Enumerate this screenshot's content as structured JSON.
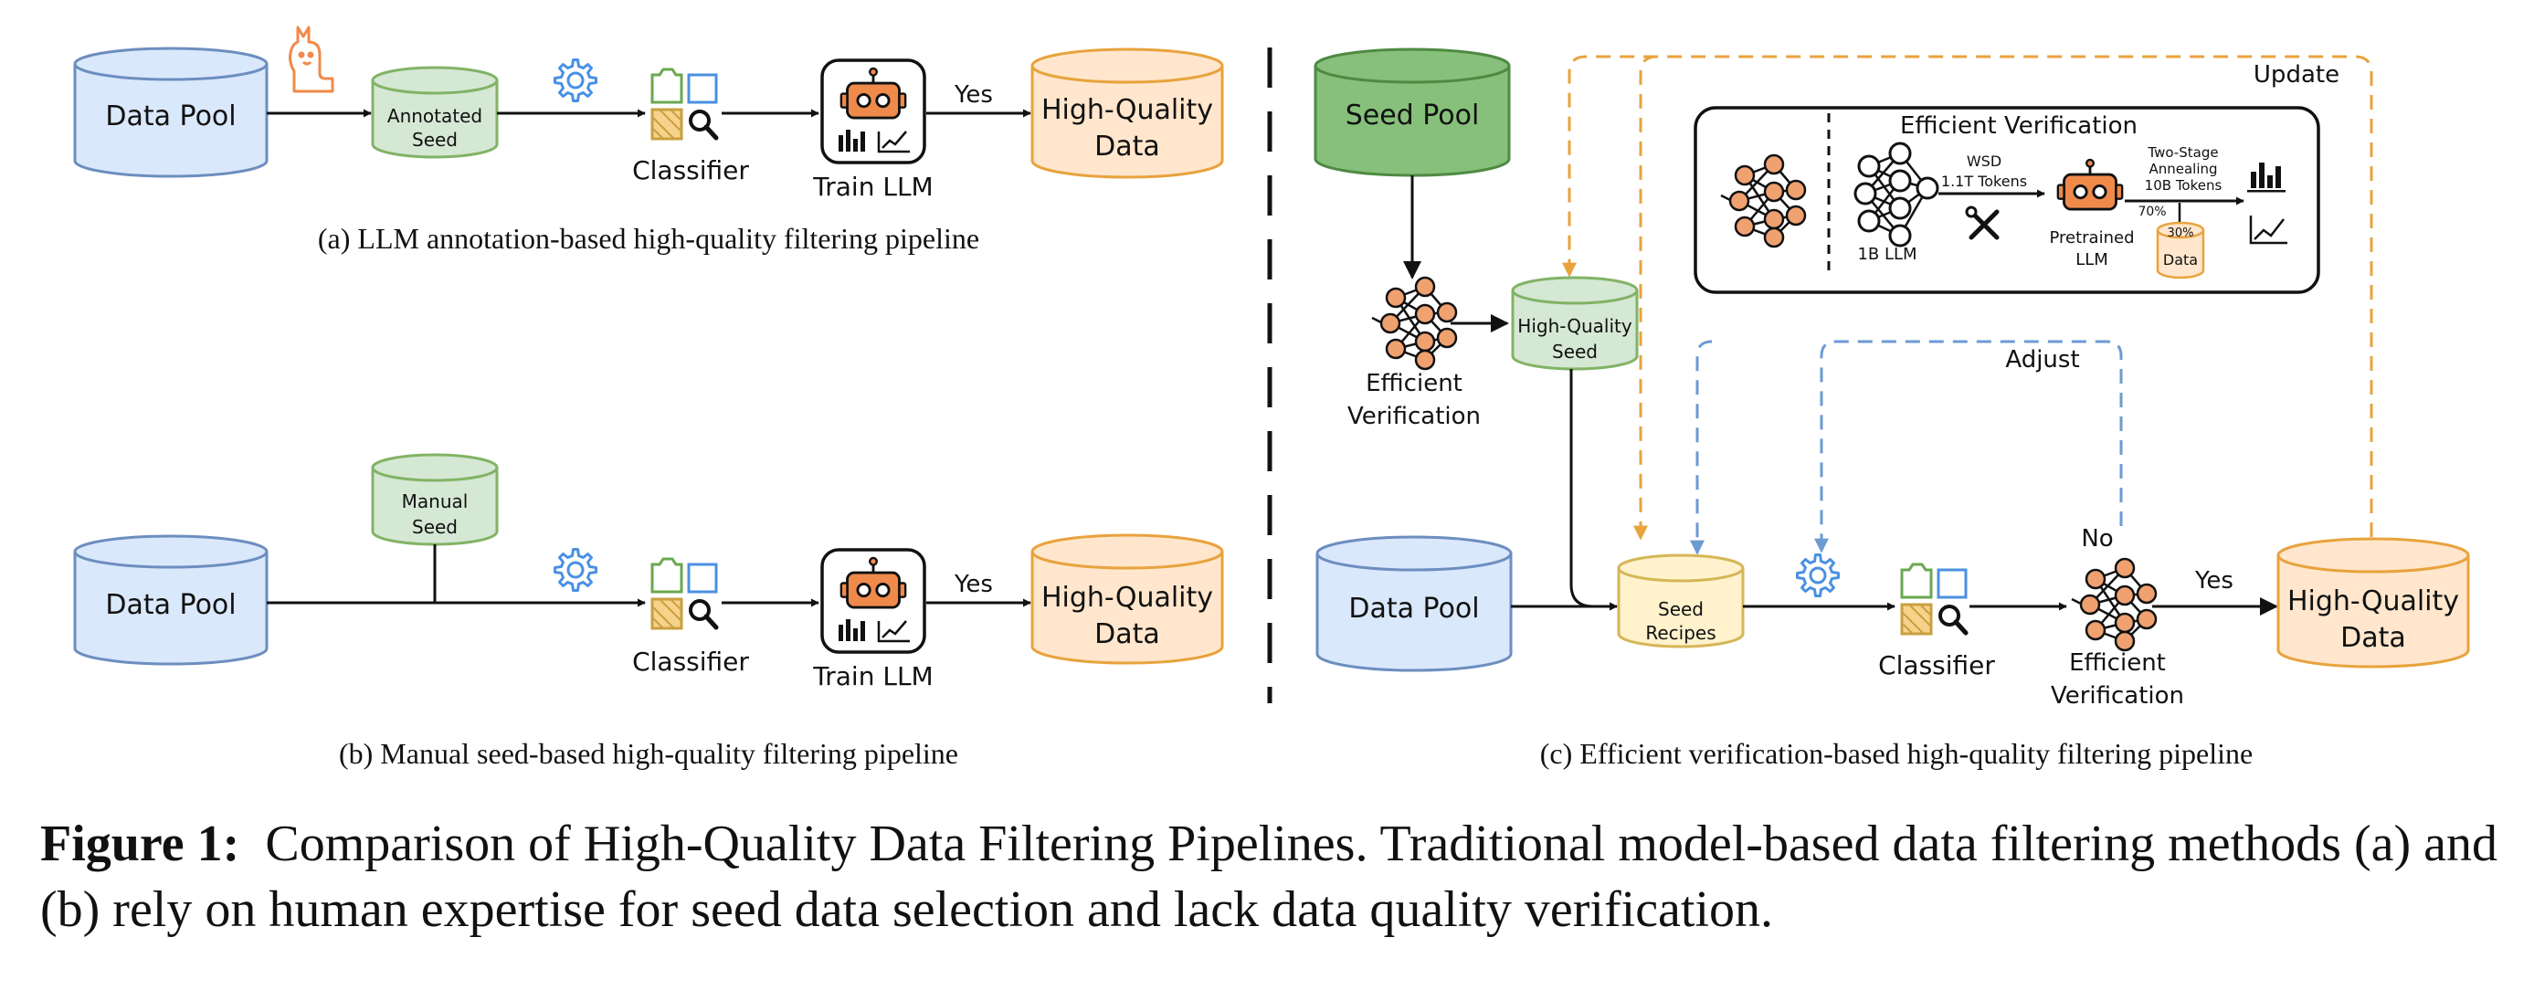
{
  "colors": {
    "blue_fill": "#dae8fc",
    "blue_stroke": "#6c8ebf",
    "green_fill": "#d5e8d4",
    "green_stroke": "#82b366",
    "dark_green_fill": "#86c07a",
    "dark_green_stroke": "#4f8a43",
    "orange_fill": "#ffe6cc",
    "orange_stroke": "#e8a33d",
    "yellow_fill": "#fff2cc",
    "yellow_stroke": "#d6b656",
    "robot_orange": "#f08a4b",
    "node_orange": "#f0a170",
    "gear_blue": "#4a90e2",
    "update_dash": "#e8a33d",
    "adjust_dash": "#6c9bd2"
  },
  "icons": [
    "llama-icon",
    "gear-icon",
    "classifier-icon",
    "robot-icon",
    "bar-chart-icon",
    "line-chart-icon",
    "neural-network-icon",
    "tools-icon"
  ],
  "panel_a": {
    "data_pool": "Data Pool",
    "seed_line1": "Annotated",
    "seed_line2": "Seed",
    "classifier": "Classifier",
    "train": "Train LLM",
    "yes": "Yes",
    "hq_line1": "High-Quality",
    "hq_line2": "Data",
    "caption": "(a) LLM annotation-based high-quality filtering pipeline"
  },
  "panel_b": {
    "seed_line1": "Manual",
    "seed_line2": "Seed",
    "data_pool": "Data Pool",
    "classifier": "Classifier",
    "train": "Train LLM",
    "yes": "Yes",
    "hq_line1": "High-Quality",
    "hq_line2": "Data",
    "caption": "(b) Manual seed-based high-quality filtering pipeline"
  },
  "panel_c": {
    "seed_pool": "Seed Pool",
    "ev_line1": "Efficient",
    "ev_line2": "Verification",
    "hq_seed_line1": "High-Quality",
    "hq_seed_line2": "Seed",
    "update": "Update",
    "adjust": "Adjust",
    "data_pool": "Data Pool",
    "recipes_line1": "Seed",
    "recipes_line2": "Recipes",
    "classifier": "Classifier",
    "no": "No",
    "ev2_line1": "Efficient",
    "ev2_line2": "Verification",
    "yes": "Yes",
    "hq_line1": "High-Quality",
    "hq_line2": "Data",
    "caption": "(c) Efficient verification-based high-quality filtering pipeline",
    "box": {
      "title": "Efficient Verification",
      "llm_1b": "1B LLM",
      "wsd": "WSD",
      "tokens_1_1t": "1.1T Tokens",
      "pretrained_line1": "Pretrained",
      "pretrained_line2": "LLM",
      "two_stage": "Two-Stage",
      "annealing": "Annealing",
      "tokens_10b": "10B Tokens",
      "pct_70": "70%",
      "pct_30": "30%",
      "data": "Data"
    }
  },
  "figure_caption": {
    "label": "Figure 1:",
    "text": "Comparison of High-Quality Data Filtering Pipelines.  Traditional model-based data filtering methods (a) and (b) rely on human expertise for seed data selection and lack data quality verification."
  }
}
